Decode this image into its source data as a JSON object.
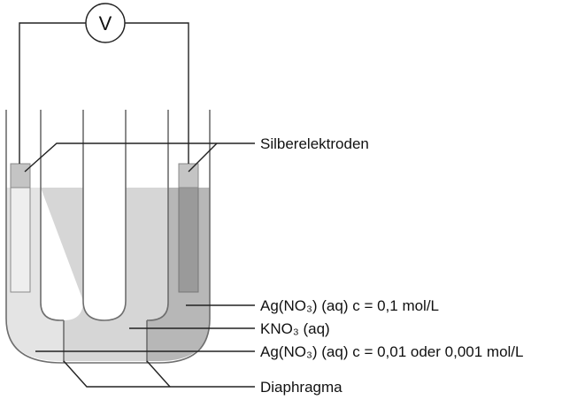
{
  "meter": {
    "symbol": "V"
  },
  "labels": {
    "electrodes": "Silberelektroden",
    "solution_right": "Ag(NO₃) (aq) c = 0,1 mol/L",
    "salt_bridge": "KNO₃ (aq)",
    "solution_left": "Ag(NO₃) (aq) c = 0,01 oder 0,001 mol/L",
    "diaphragm": "Diaphragma"
  },
  "colors": {
    "left_solution": "#e4e4e4",
    "bridge_solution": "#d6d6d6",
    "right_solution": "#b7b7b7",
    "electrode_fill": "#c4c4c4",
    "glass_stroke": "#6e6e6e",
    "wire": "#222222"
  }
}
